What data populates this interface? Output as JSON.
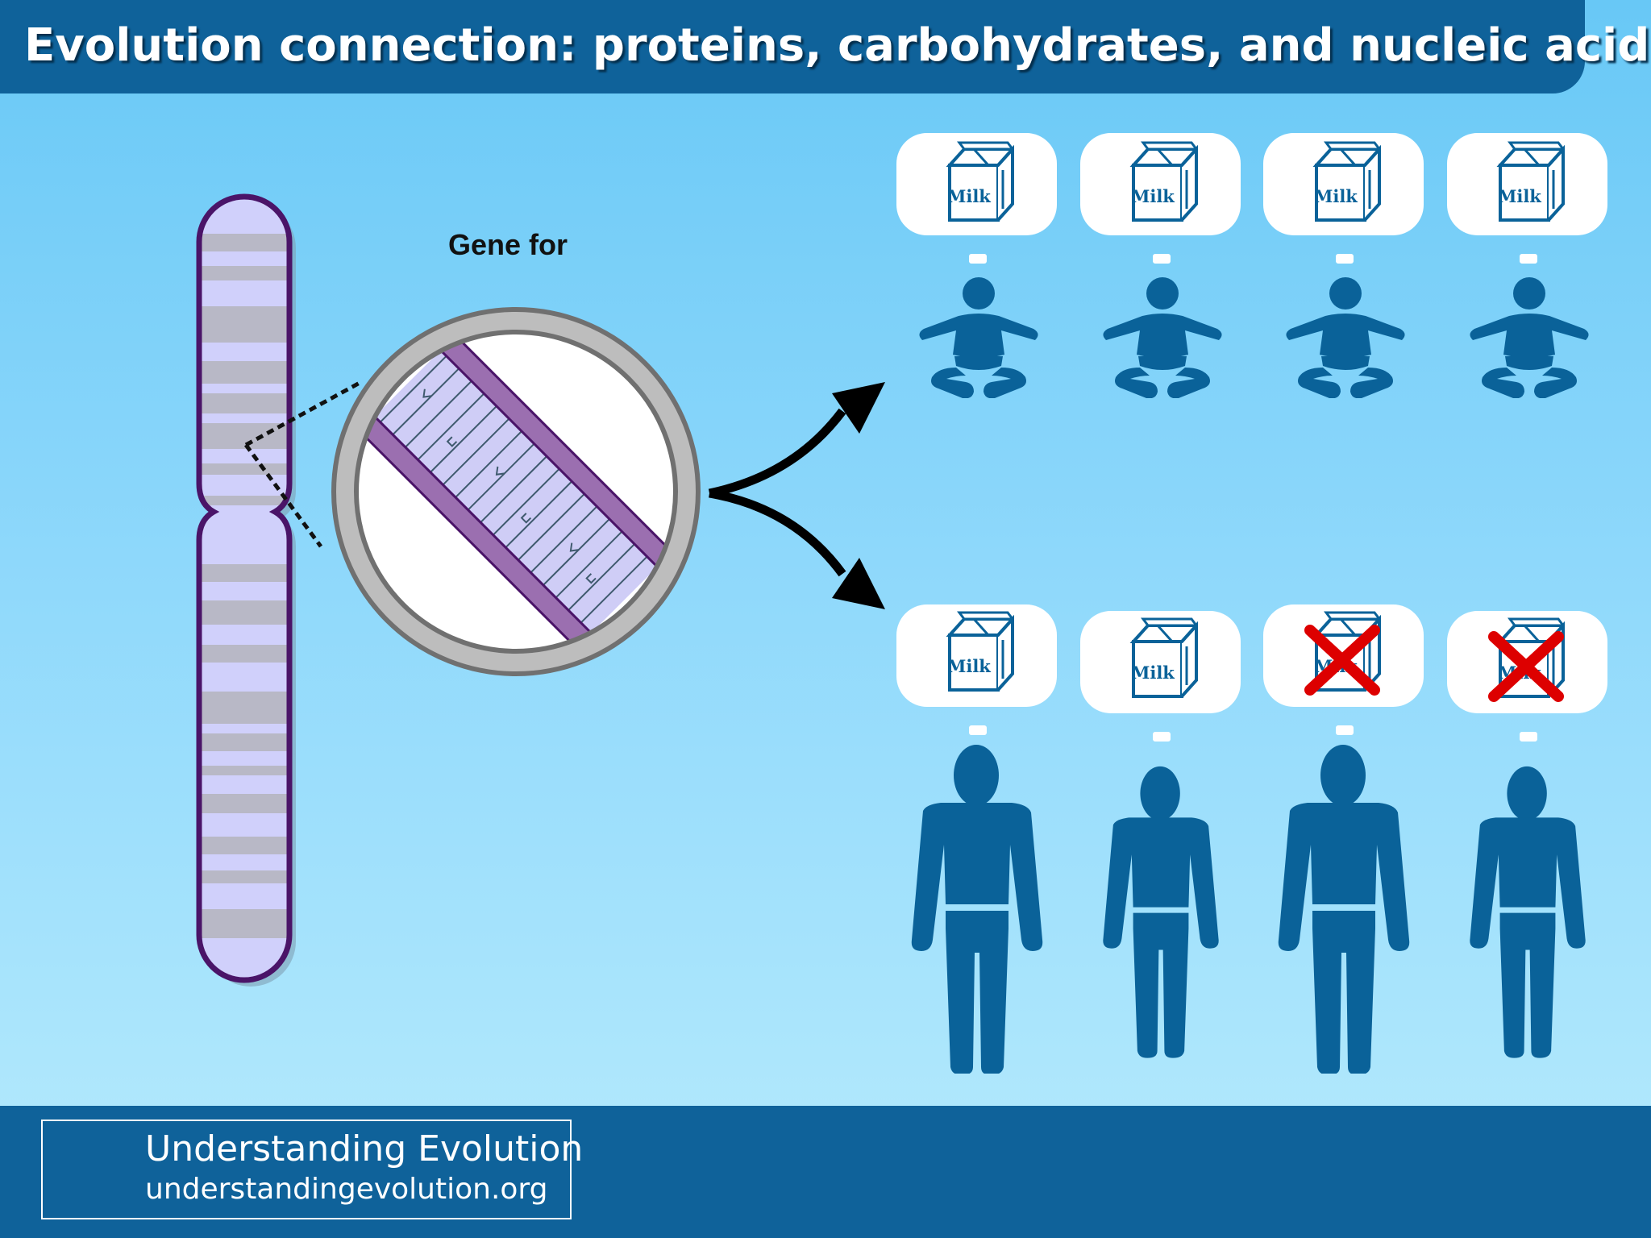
{
  "title": "Evolution connection: proteins, carbohydrates, and nucleic acids",
  "gene_label": "Gene for",
  "milk_label": "Milk",
  "footer": {
    "title": "Understanding Evolution",
    "url": "understandingevolution.org"
  },
  "infants": [
    {
      "digests_milk": true
    },
    {
      "digests_milk": true
    },
    {
      "digests_milk": true
    },
    {
      "digests_milk": true
    }
  ],
  "adults": [
    {
      "digests_milk": true
    },
    {
      "digests_milk": true
    },
    {
      "digests_milk": false
    },
    {
      "digests_milk": false
    }
  ],
  "colors": {
    "title_bar": "#0f629a",
    "figure": "#0a6299",
    "chromosome_outline": "#4a1468",
    "chromosome_band_light": "#d0d0fb",
    "chromosome_band_dark": "#b8b8c6",
    "dna_strand": "#9b6fb0",
    "magnifier_ring": "#bdbdbd",
    "no_mark": "#dd0000"
  },
  "icons": {
    "chromosome": "chromosome-icon",
    "magnifier": "magnifier-icon",
    "carton": "milk-carton-icon",
    "infant": "infant-icon",
    "adult": "adult-icon",
    "cross": "cross-icon",
    "logo": "tree-logo-icon"
  }
}
